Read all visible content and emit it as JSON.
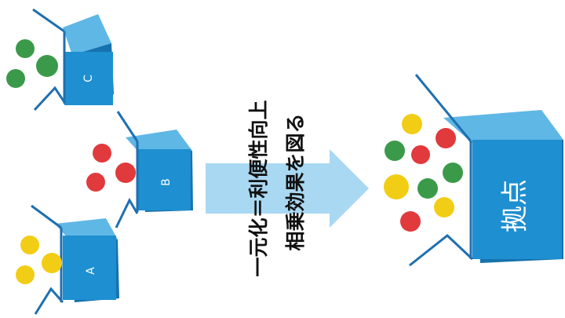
{
  "boxes": [
    {
      "label": "C"
    },
    {
      "label": "B"
    },
    {
      "label": "A"
    }
  ],
  "hub": {
    "label": "拠点"
  },
  "arrow": {
    "line1": "一元化＝利便性向上",
    "line2": "相乗効果を図る"
  },
  "colors": {
    "box_front": "#1e8fd0",
    "box_top": "#5fb7e6",
    "box_side": "#1672ad",
    "ball_green": "#3a9a4a",
    "ball_red": "#e03a3c",
    "ball_yellow": "#f2cd16",
    "arrow": "#a9d8f2",
    "line": "#1f6fb0"
  }
}
